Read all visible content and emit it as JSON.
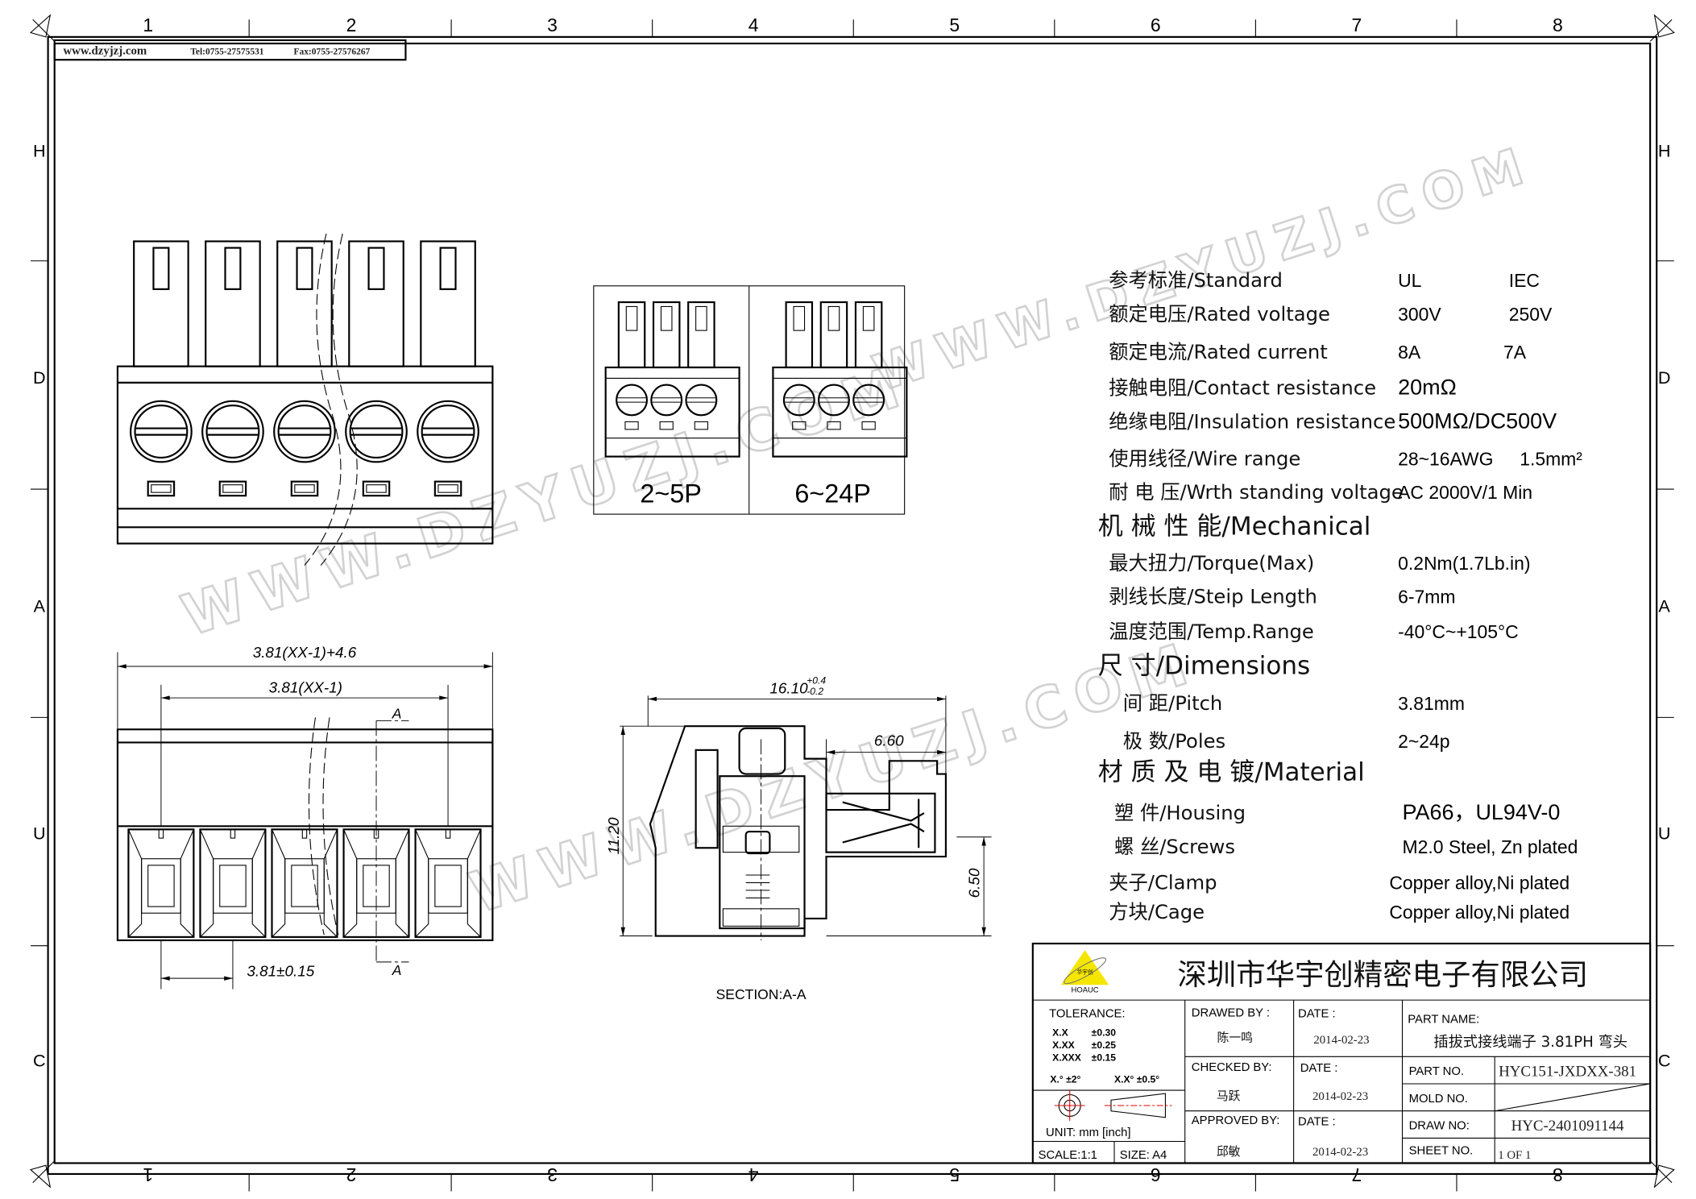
{
  "header": {
    "website": "www.dzyjzj.com",
    "tel": "Tel:0755-27575531",
    "fax": "Fax:0755-27576267"
  },
  "watermark": "WWW.DZYUZJ.COM",
  "grid": {
    "columns": [
      "1",
      "2",
      "3",
      "4",
      "5",
      "6",
      "7",
      "8"
    ],
    "rows": [
      "H",
      "D",
      "A",
      "U",
      "C"
    ]
  },
  "views": {
    "variant_small": "2~5P",
    "variant_large": "6~24P",
    "dim_overall": "3.81(XX-1)+4.6",
    "dim_pitch_span": "3.81(XX-1)",
    "dim_pitch": "3.81±0.15",
    "section_marker": "A",
    "section_title": "SECTION:A-A",
    "dim_length": "16.10",
    "dim_length_tol_plus": "+0.4",
    "dim_length_tol_minus": "-0.2",
    "dim_height": "11.20",
    "dim_pin": "6.60",
    "dim_pin_height": "6.50"
  },
  "specs": [
    {
      "label": "参考标准/Standard",
      "v1": "UL",
      "v2": "IEC"
    },
    {
      "label": "额定电压/Rated voltage",
      "v1": "300V",
      "v2": "250V"
    },
    {
      "label": "额定电流/Rated current",
      "v1": "8A",
      "v2": "7A"
    },
    {
      "label": "接触电阻/Contact resistance",
      "v1": "20mΩ"
    },
    {
      "label": "绝缘电阻/Insulation resistance",
      "v1": "500MΩ/DC500V"
    },
    {
      "label": "使用线径/Wire range",
      "v1": "28~16AWG",
      "v2": "1.5mm²"
    },
    {
      "label": "耐 电 压/Wrth standing voltage",
      "v1": "AC 2000V/1 Min"
    },
    {
      "label": "机 械 性 能/Mechanical",
      "heading": true
    },
    {
      "label": "最大扭力/Torque(Max)",
      "v1": "0.2Nm(1.7Lb.in)"
    },
    {
      "label": "剥线长度/Steip Length",
      "v1": "6-7mm"
    },
    {
      "label": "温度范围/Temp.Range",
      "v1": "-40°C~+105°C"
    },
    {
      "label": "尺   寸/Dimensions",
      "heading": true
    },
    {
      "label": "间 距/Pitch",
      "v1": "3.81mm"
    },
    {
      "label": "极 数/Poles",
      "v1": "2~24p"
    },
    {
      "label": "材 质 及 电 镀/Material",
      "heading": true
    },
    {
      "label": "塑 件/Housing",
      "v1": "PA66，UL94V-0"
    },
    {
      "label": "螺 丝/Screws",
      "v1": "M2.0 Steel, Zn plated"
    },
    {
      "label": "夹子/Clamp",
      "v1": "Copper alloy,Ni plated"
    },
    {
      "label": "方块/Cage",
      "v1": "Copper alloy,Ni plated"
    }
  ],
  "title_block": {
    "logo_cn": "华宇创",
    "logo_en": "HOAUC",
    "company": "深圳市华宇创精密电子有限公司",
    "tolerance_label": "TOLERANCE:",
    "tolerances": [
      {
        "k": "X.X",
        "v": "±0.30"
      },
      {
        "k": "X.XX",
        "v": "±0.25"
      },
      {
        "k": "X.XXX",
        "v": "±0.15"
      }
    ],
    "angle_tol_1": "X.° ±2°",
    "angle_tol_2": "X.X° ±0.5°",
    "unit": "UNIT:  mm  [inch]",
    "scale": "SCALE:1:1",
    "size": "SIZE:  A4",
    "drawed_by_label": "DRAWED BY :",
    "drawed_by": "陈一鸣",
    "checked_by_label": "CHECKED BY:",
    "checked_by": "马跃",
    "approved_by_label": "APPROVED BY:",
    "approved_by": "邱敏",
    "date_label": "DATE :",
    "date1": "2014-02-23",
    "date2": "2014-02-23",
    "date3": "2014-02-23",
    "part_name_label": "PART NAME:",
    "part_name": "插拔式接线端子 3.81PH 弯头",
    "part_no_label": "PART NO.",
    "part_no": "HYC151-JXDXX-381",
    "mold_no_label": "MOLD NO.",
    "draw_no_label": "DRAW NO:",
    "draw_no": "HYC-2401091144",
    "sheet_no_label": "SHEET NO.",
    "sheet_no": "1 OF 1"
  },
  "colors": {
    "line": "#000000",
    "center_mark": "#e00000",
    "logo": "#f5e600"
  }
}
